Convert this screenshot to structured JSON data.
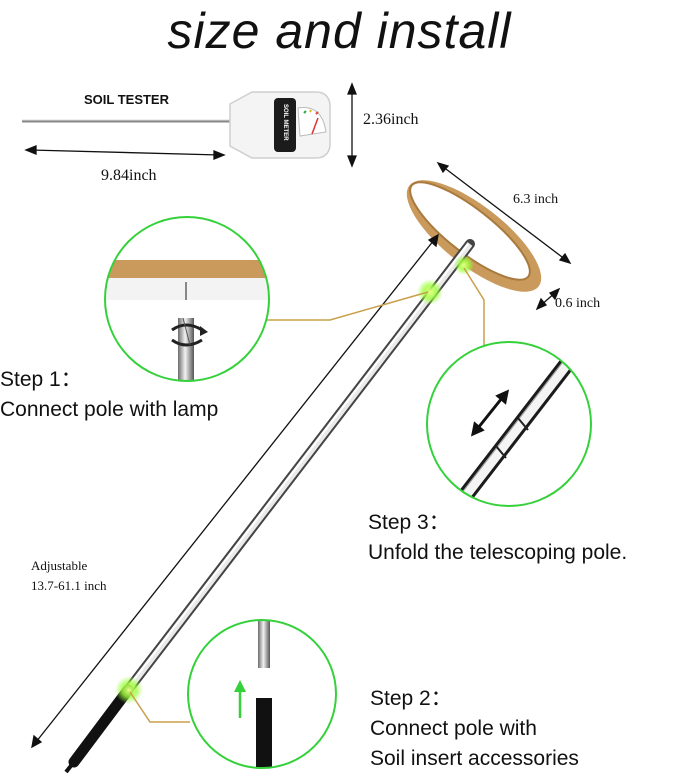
{
  "title": "size and install",
  "soil_tester": {
    "label": "SOIL TESTER",
    "meter_text": "SOIL METER",
    "length": "9.84inch",
    "height": "2.36inch"
  },
  "lamp": {
    "diameter": "6.3 inch",
    "thickness": "0.6 inch"
  },
  "pole": {
    "length_label_1": "Adjustable",
    "length_label_2": "13.7-61.1 inch"
  },
  "steps": {
    "step1_title": "Step 1：",
    "step1_text": "Connect pole with lamp",
    "step3_title": "Step 3：",
    "step3_text": "Unfold the telescoping pole.",
    "step2_title": "Step 2：",
    "step2_text_1": "Connect pole with",
    "step2_text_2": "Soil insert accessories"
  },
  "colors": {
    "callout_green": "#35d13a",
    "leader_line": "#c8a04a",
    "wood": "#c99a5b",
    "glow": "#9cff3a"
  }
}
